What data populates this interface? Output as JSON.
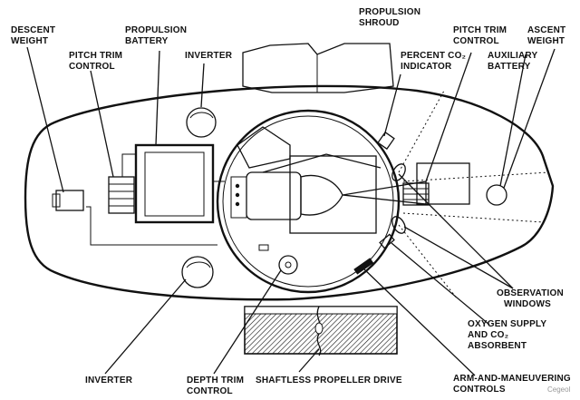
{
  "labels": {
    "descent_weight": [
      "DESCENT",
      "WEIGHT"
    ],
    "pitch_trim_left": [
      "PITCH TRIM",
      "CONTROL"
    ],
    "propulsion_battery": [
      "PROPULSION",
      "BATTERY"
    ],
    "inverter_top": [
      "INVERTER"
    ],
    "propulsion_shroud": [
      "PROPULSION",
      "SHROUD"
    ],
    "percent_co2": [
      "PERCENT CO₂",
      "INDICATOR"
    ],
    "pitch_trim_right": [
      "PITCH TRIM",
      "CONTROL"
    ],
    "auxiliary_battery": [
      "AUXILIARY",
      "BATTERY"
    ],
    "ascent_weight": [
      "ASCENT",
      "WEIGHT"
    ],
    "observation_windows": [
      "OBSERVATION",
      "WINDOWS"
    ],
    "oxygen_supply": [
      "OXYGEN SUPPLY",
      "AND CO₂",
      "ABSORBENT"
    ],
    "arm_maneuvering": [
      "ARM-AND-MANEUVERING",
      "CONTROLS"
    ],
    "inverter_bottom": [
      "INVERTER"
    ],
    "depth_trim": [
      "DEPTH TRIM",
      "CONTROL"
    ],
    "shaftless_propeller": [
      "SHAFTLESS PROPELLER DRIVE"
    ]
  },
  "watermark": "Cegeol"
}
